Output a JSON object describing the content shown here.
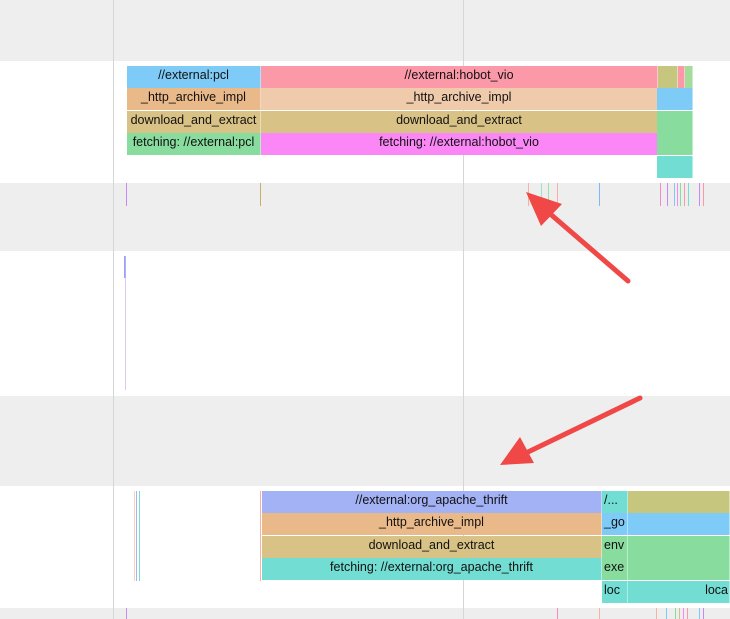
{
  "colors": {
    "lane_gray": "#eeeeee",
    "grid_line": "#d6d6d6",
    "blue": "#7fcbf7",
    "pink": "#fb99a9",
    "tan": "#e9b98a",
    "peach": "#efcbac",
    "khaki": "#d9c285",
    "green": "#88dc9e",
    "magenta": "#fb86f6",
    "periwinkle": "#a3b1f5",
    "teal": "#72ddd2",
    "olive": "#c6c67e",
    "arrow": "#f04747"
  },
  "icons": [
    "red-arrow-icon",
    "red-arrow-icon"
  ],
  "top_group": {
    "pcl": {
      "label": "//external:pcl",
      "archive": "_http_archive_impl",
      "download": "download_and_extract",
      "fetching": "fetching: //external:pcl"
    },
    "hobot": {
      "label": "//external:hobot_vio",
      "archive": "_http_archive_impl",
      "download": "download_and_extract",
      "fetching": "fetching: //external:hobot_vio"
    }
  },
  "bottom_group": {
    "thrift": {
      "label": "//external:org_apache_thrift",
      "archive": "_http_archive_impl",
      "download": "download_and_extract",
      "fetching": "fetching: //external:org_apache_thrift"
    },
    "narrow": {
      "label": "/...",
      "archive": "_go",
      "download": "env",
      "fetching": "exe",
      "extra": "loc"
    },
    "right": {
      "extra": "loca"
    }
  }
}
